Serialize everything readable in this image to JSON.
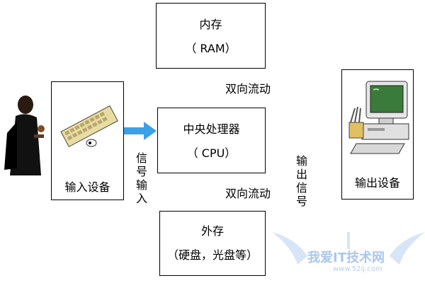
{
  "memory": {
    "title": "内存",
    "sub": "（ RAM）"
  },
  "cpu": {
    "title": "中央处理器",
    "sub": "（ CPU）"
  },
  "storage": {
    "title": "外存",
    "sub": "（硬盘，光盘等）"
  },
  "input": {
    "label": "输入设备"
  },
  "output": {
    "label": "输出设备"
  },
  "flow_top": "双向流动",
  "flow_bottom": "双向流动",
  "signal_in": "信号输入",
  "signal_out": "输出信号",
  "watermark": {
    "text": "我爱IT技术网",
    "url": "www.52ij.com"
  },
  "colors": {
    "arrow": "#3aa0e8",
    "watermark": "#a9c8ec"
  }
}
